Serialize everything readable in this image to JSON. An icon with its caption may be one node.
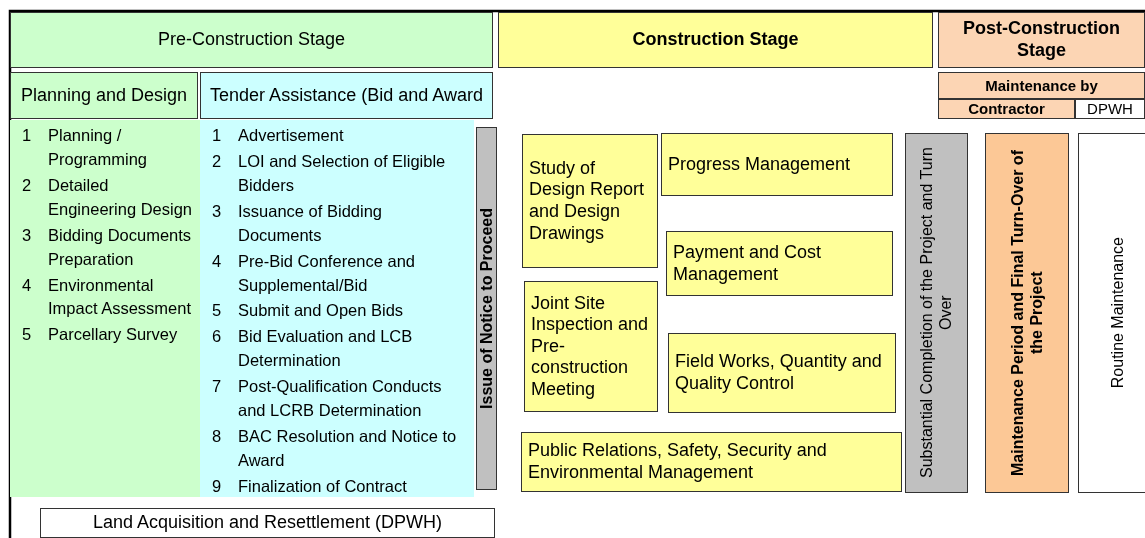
{
  "diagram": {
    "nodes": [
      {
        "text": [
          "Pre-Construction Stage"
        ]
      },
      {
        "text": [
          "Construction Stage"
        ]
      },
      {
        "text": [
          "Post-Construction Stage"
        ]
      },
      {
        "text": [
          "Maintenance by"
        ]
      },
      {
        "text": [
          "Contractor"
        ]
      },
      {
        "text": [
          "DPWH"
        ]
      },
      {
        "text": [
          "Planning and Design"
        ]
      },
      {
        "text": [
          "Tender Assistance (Bid and Award"
        ]
      },
      {
        "text": [
          "1",
          "Planning / Programming",
          "2",
          "Detailed Engineering Design",
          "3",
          "Bidding Documents Preparation",
          "4",
          "Environmental Impact Assessment",
          "5",
          "Parcellary Survey"
        ]
      },
      {
        "text": [
          "1",
          "Advertisement",
          "2",
          "LOI and Selection of Eligible Bidders",
          "3",
          "Issuance of Bidding Documents",
          "4",
          "Pre-Bid Conference and Supplemental/Bid",
          "5",
          "Submit and Open Bids",
          "6",
          "Bid Evaluation and LCB Determination",
          "7",
          "Post-Qualification Conducts and LCRB Determination",
          "8",
          "BAC Resolution and Notice to Award",
          "9",
          "Finalization of Contract"
        ]
      },
      {
        "text": [
          "Issue of Notice to Proceed"
        ]
      },
      {
        "text": [
          "Study of Design Report and Design Drawings"
        ]
      },
      {
        "text": [
          "Progress Management"
        ]
      },
      {
        "text": [
          "Payment and Cost Management"
        ]
      },
      {
        "text": [
          "Joint Site Inspection and Pre-construction Meeting"
        ]
      },
      {
        "text": [
          "Field Works, Quantity and Quality Control"
        ]
      },
      {
        "text": [
          "Public Relations, Safety, Security and Environmental Management"
        ]
      },
      {
        "text": [
          "Substantial Completion of the Project and Turn Over"
        ]
      },
      {
        "text": [
          "Maintenance Period and Final Turn-Over of the Project"
        ]
      },
      {
        "text": [
          "Routine Maintenance"
        ]
      },
      {
        "text": [
          "Land Acquisition and Resettlement (DPWH)"
        ]
      }
    ],
    "edges": []
  }
}
